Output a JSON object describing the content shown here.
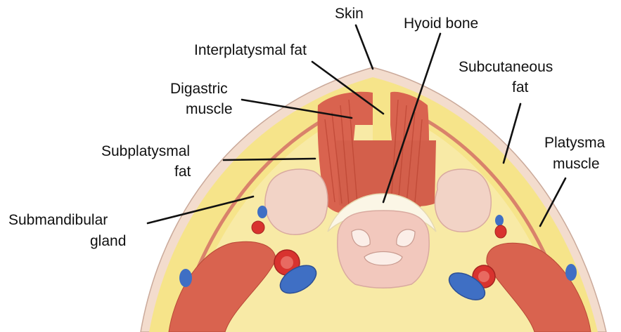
{
  "labels": {
    "skin": "Skin",
    "hyoid_bone": "Hyoid bone",
    "interplatysmal_fat": "Interplatysmal fat",
    "digastric_muscle_line1": "Digastric",
    "digastric_muscle_line2": "muscle",
    "subcutaneous_fat_line1": "Subcutaneous",
    "subcutaneous_fat_line2": "fat",
    "subplatysmal_fat_line1": "Subplatysmal",
    "subplatysmal_fat_line2": "fat",
    "platysma_muscle_line1": "Platysma",
    "platysma_muscle_line2": "muscle",
    "submandibular_gland_line1": "Submandibular",
    "submandibular_gland_line2": "gland"
  },
  "colors": {
    "skin": "#f3dccd",
    "subcutaneous_fat": "#f6e48a",
    "platysma": "#d9826b",
    "muscle": "#d9634f",
    "gland": "#f2d3c6",
    "hyoid_bone": "#fbf6e6",
    "larynx": "#f2c8bd",
    "artery": "#d8332f",
    "vein": "#3f6fc4"
  }
}
